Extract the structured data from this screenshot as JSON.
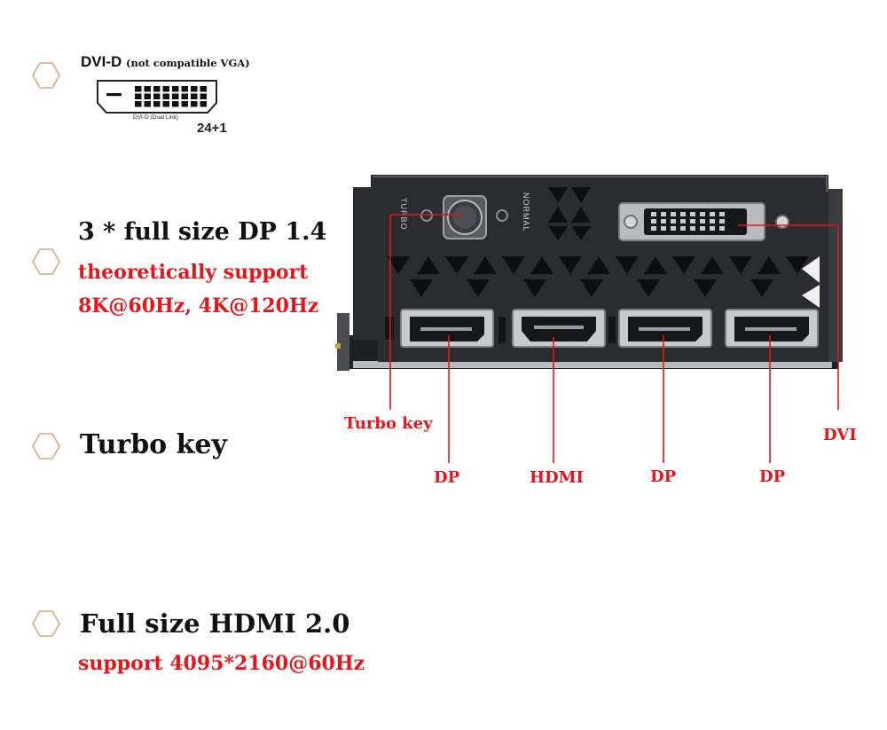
{
  "dvi_diagram": {
    "title": "DVI-D",
    "note": "(not compatible VGA)",
    "dual_link_label": "DVI-D (Dual Link)",
    "pin_count": "24+1"
  },
  "features": [
    {
      "title": "3 * full size DP 1.4",
      "subtitle_lines": [
        "theoretically support",
        "8K@60Hz, 4K@120Hz"
      ]
    },
    {
      "title": "Turbo key"
    },
    {
      "title": "Full size HDMI 2.0",
      "subtitle_lines": [
        "support 4095*2160@60Hz"
      ]
    }
  ],
  "callouts": {
    "turbo": "Turbo key",
    "dvi": "DVI",
    "dp1": "DP",
    "hdmi": "HDMI",
    "dp2": "DP",
    "dp3": "DP"
  },
  "bracket_labels": {
    "turbo": "TURBO",
    "normal": "NORMAL"
  },
  "colors": {
    "accent_red": "#e8141a",
    "hex_outline": "#d9a77a",
    "bracket_dark": "#2a2b2e"
  }
}
